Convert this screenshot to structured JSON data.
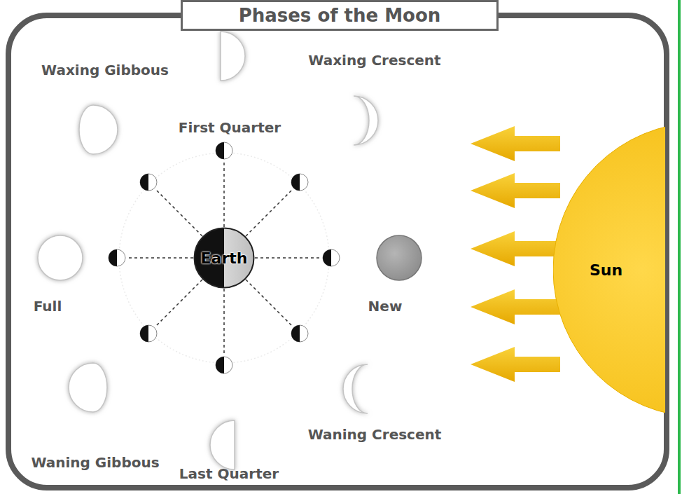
{
  "diagram": {
    "title": "Phases of the Moon",
    "nodes": [
      {
        "text": [
          "Earth"
        ]
      },
      {
        "text": [
          "Sun"
        ]
      }
    ],
    "labels": [
      "Waxing Gibbous",
      "First Quarter",
      "Waxing Crescent",
      "Full",
      "New",
      "Waning Gibbous",
      "Last Quarter",
      "Waning Crescent"
    ]
  }
}
